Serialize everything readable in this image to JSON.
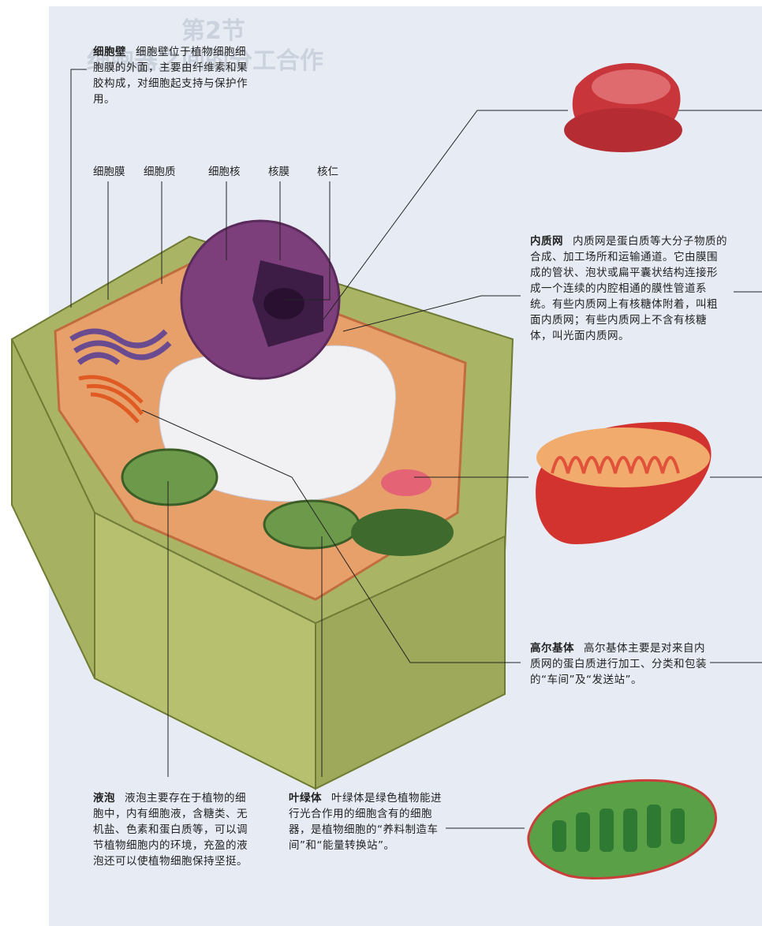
{
  "ghost_heading": {
    "section": "第2节",
    "title": "细胞器之间的分工合作"
  },
  "cell_wall": {
    "term": "细胞壁",
    "desc": "细胞壁位于植物细胞细胞膜的外面，主要由纤维素和果胶构成，对细胞起支持与保护作用。"
  },
  "labels": [
    "细胞膜",
    "细胞质",
    "细胞核",
    "核膜",
    "核仁"
  ],
  "er": {
    "term": "内质网",
    "desc": "内质网是蛋白质等大分子物质的合成、加工场所和运输通道。它由膜围成的管状、泡状或扁平囊状结构连接形成一个连续的内腔相通的膜性管道系统。有些内质网上有核糖体附着，叫粗面内质网；有些内质网上不含有核糖体，叫光面内质网。"
  },
  "golgi": {
    "term": "高尔基体",
    "desc": "高尔基体主要是对来自内质网的蛋白质进行加工、分类和包装的“车间”及“发送站”。"
  },
  "vacuole": {
    "term": "液泡",
    "desc": "液泡主要存在于植物的细胞中，内有细胞液，含糖类、无机盐、色素和蛋白质等，可以调节植物细胞内的环境，充盈的液泡还可以使植物细胞保持坚挺。"
  },
  "chloroplast": {
    "term": "叶绿体",
    "desc": "叶绿体是绿色植物能进行光合作用的细胞含有的细胞器，是植物细胞的“养料制造车间”和“能量转换站”。"
  }
}
